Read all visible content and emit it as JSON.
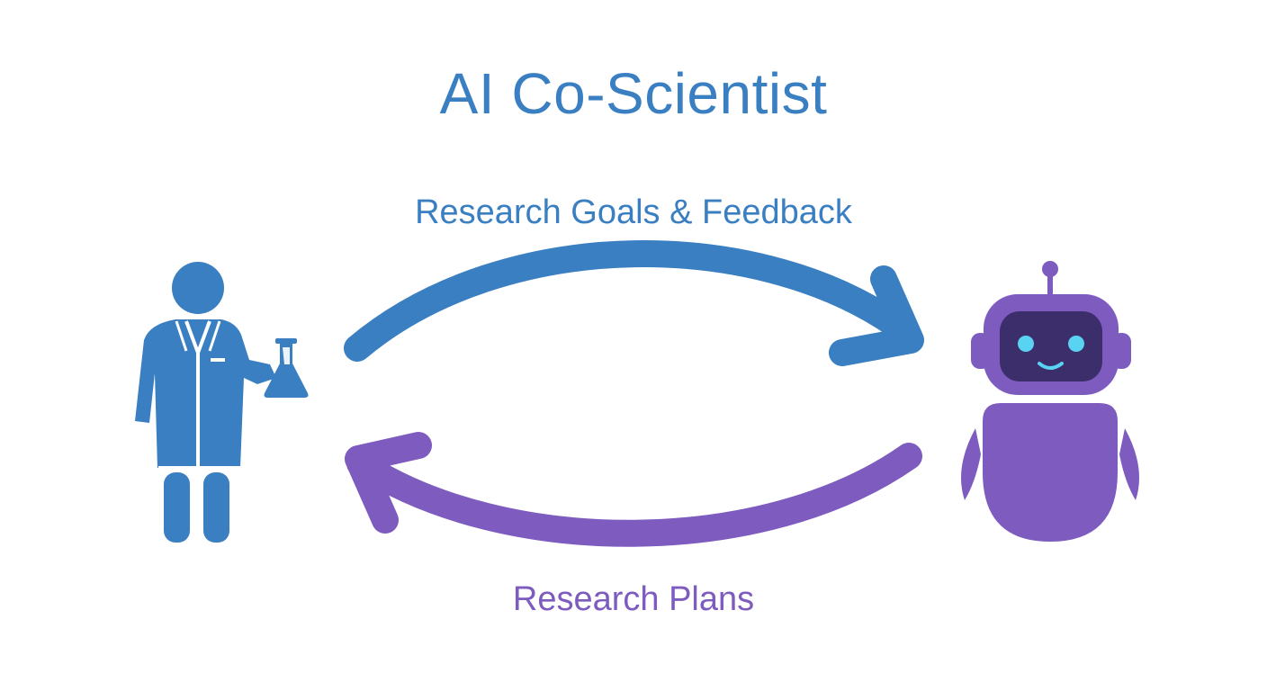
{
  "title": "AI Co-Scientist",
  "labels": {
    "top": "Research Goals & Feedback",
    "bottom": "Research Plans"
  },
  "actors": {
    "left": {
      "icon": "scientist-icon"
    },
    "right": {
      "icon": "robot-icon"
    }
  },
  "icons": {
    "flask": "flask-icon",
    "arrow_top": "arrow-right-icon",
    "arrow_bottom": "arrow-left-icon"
  },
  "colors": {
    "blue": "#3a7fc1",
    "purple": "#7d5bbf",
    "robot_screen": "#3b2e6b",
    "robot_eyes": "#5ad3f2",
    "background": "#ffffff"
  }
}
